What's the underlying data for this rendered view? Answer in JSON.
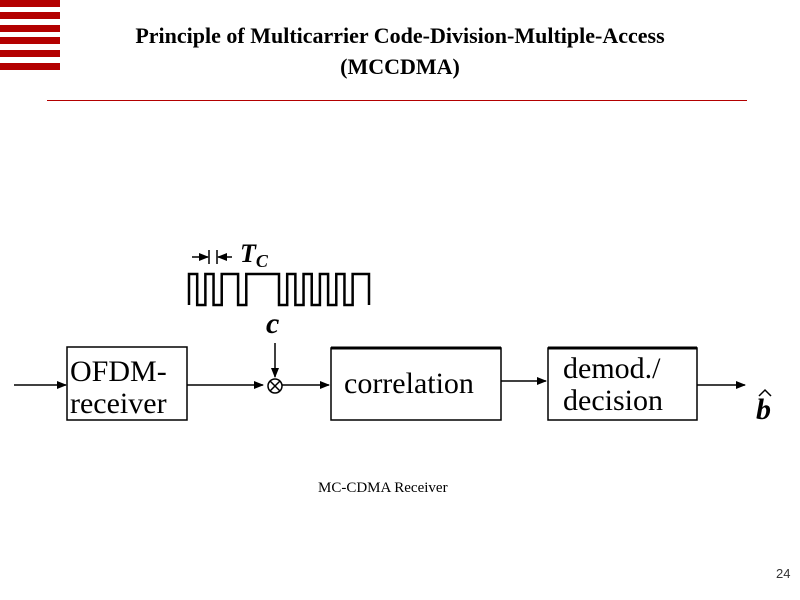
{
  "slide": {
    "title_line1": "Principle of Multicarrier Code-Division-Multiple-Access",
    "title_line2": "(MCCDMA)",
    "caption": "MC-CDMA Receiver",
    "page_number": "24",
    "accent_color": "#b30000"
  },
  "diagram": {
    "blocks": {
      "ofdm_line1": "OFDM-",
      "ofdm_line2": "receiver",
      "correlation": "correlation",
      "demod_line1": "demod./",
      "demod_line2": "decision"
    },
    "code_label": "c",
    "chip_period_label": "T",
    "chip_period_subscript": "C",
    "output_label": "b",
    "multiplier_symbol": "⊗",
    "code_sequence": [
      1,
      0,
      1,
      0,
      1,
      1,
      0,
      1,
      1,
      1,
      1,
      0,
      1,
      0,
      1,
      0,
      1,
      0,
      1,
      0,
      1,
      1
    ]
  }
}
